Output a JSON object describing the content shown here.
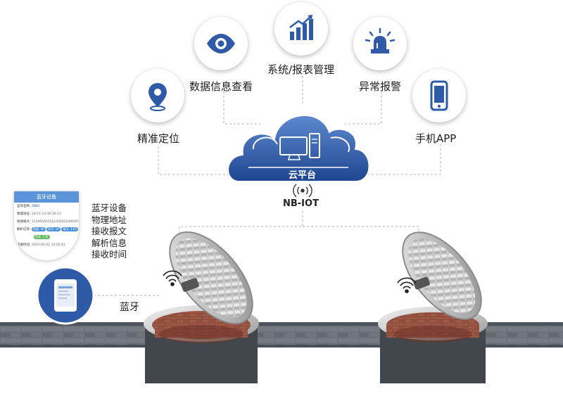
{
  "platform": {
    "cloud_label": "云平台",
    "network_label": "NB-IOT"
  },
  "features": [
    {
      "label": "精准定位",
      "icon": "location-pin-icon"
    },
    {
      "label": "数据信息查看",
      "icon": "eye-icon"
    },
    {
      "label": "系统/报表管理",
      "icon": "bar-chart-icon"
    },
    {
      "label": "异常报警",
      "icon": "alarm-light-icon"
    },
    {
      "label": "手机APP",
      "icon": "smartphone-icon"
    }
  ],
  "bluetooth": {
    "link_label": "蓝牙",
    "info_items": [
      "蓝牙设备",
      "物理地址",
      "接收报文",
      "解析信息",
      "接收时间"
    ],
    "phone_screen": {
      "title": "蓝牙设备",
      "rows": [
        {
          "key": "蓝牙名称:",
          "value": "Z861"
        },
        {
          "key": "物理地址:",
          "value": "29:11:13:40:20:13"
        },
        {
          "key": "接收报文:",
          "value": "12345645152134585248545441545"
        },
        {
          "key": "解析信息:",
          "tags": [
            "角度: 90",
            "信号: 14",
            "电压: 3.6V",
            "状态: 正常"
          ]
        },
        {
          "key": "接收时间:",
          "value": "2022-02-01 14:50:41"
        }
      ]
    }
  },
  "colors": {
    "brand_blue": "#2f5aa8",
    "cloud_blue": "#3a67b3",
    "brick": "#8a4a3a",
    "wall": "#5b6068",
    "connector": "#aaaaaa"
  }
}
